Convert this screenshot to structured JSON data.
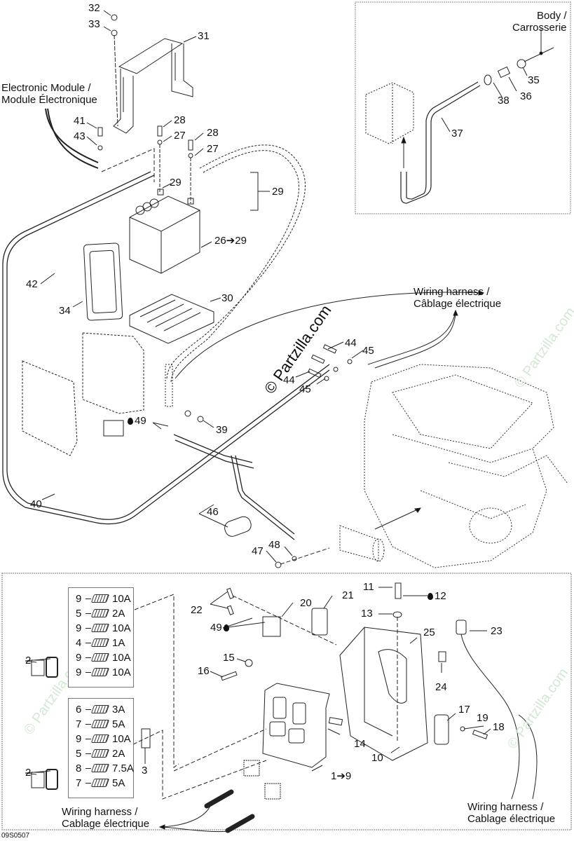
{
  "diagram": {
    "code": "09S0507",
    "watermark": "© Partzilla.com",
    "watermark_faint": "© Partzilla.com",
    "callouts": {
      "c32": "32",
      "c33": "33",
      "c31": "31",
      "c41": "41",
      "c43": "43",
      "c28a": "28",
      "c27a": "27",
      "c28b": "28",
      "c27b": "27",
      "c29a": "29",
      "c29b": "29",
      "c26_29": "26➔29",
      "c42": "42",
      "c34": "34",
      "c30": "30",
      "c49a": "49",
      "c39": "39",
      "c40": "40",
      "c44a": "44",
      "c45a": "45",
      "c44b": "44",
      "c45b": "45",
      "c46": "46",
      "c47": "47",
      "c48": "48",
      "c35": "35",
      "c36": "36",
      "c37": "37",
      "c38": "38",
      "c22": "22",
      "c20": "20",
      "c21": "21",
      "c49b": "49",
      "c11": "11",
      "c12": "12",
      "c13": "13",
      "c25": "25",
      "c23": "23",
      "c24": "24",
      "c15": "15",
      "c16": "16",
      "c17": "17",
      "c18": "18",
      "c19": "19",
      "c14": "14",
      "c10": "10",
      "c1_9": "1➔9",
      "c2a": "2",
      "c2b": "2",
      "c3": "3"
    },
    "notes": {
      "electronic_module_en": "Electronic Module /",
      "electronic_module_fr": "Module Électronique",
      "body_en": "Body /",
      "body_fr": "Carrosserie",
      "harness_top_en": "Wiring harness /",
      "harness_top_fr": "Câblage électrique",
      "harness_bl_en": "Wiring harness /",
      "harness_bl_fr": "Cablage électrique",
      "harness_br_en": "Wiring harness /",
      "harness_br_fr": "Cablage électrique"
    },
    "fuse_panel_1": [
      {
        "item": "9",
        "rating": "10A"
      },
      {
        "item": "5",
        "rating": "2A"
      },
      {
        "item": "9",
        "rating": "10A"
      },
      {
        "item": "4",
        "rating": "1A"
      },
      {
        "item": "9",
        "rating": "10A"
      },
      {
        "item": "9",
        "rating": "10A"
      }
    ],
    "fuse_panel_2": [
      {
        "item": "6",
        "rating": "3A"
      },
      {
        "item": "7",
        "rating": "5A"
      },
      {
        "item": "9",
        "rating": "10A"
      },
      {
        "item": "5",
        "rating": "2A"
      },
      {
        "item": "8",
        "rating": "7.5A"
      },
      {
        "item": "7",
        "rating": "5A"
      }
    ]
  }
}
